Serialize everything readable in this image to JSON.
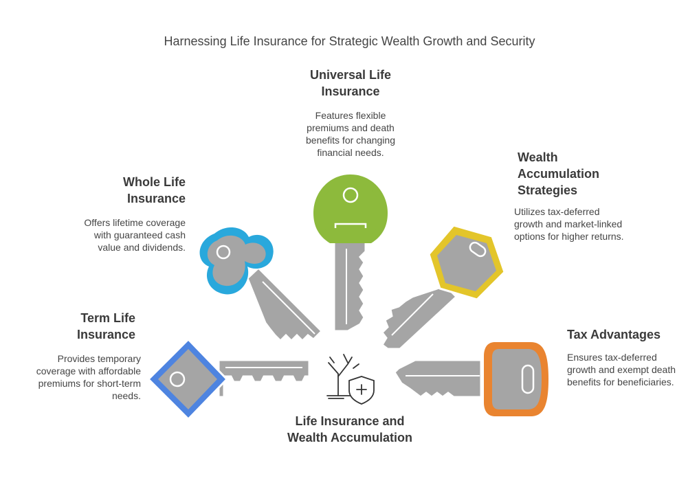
{
  "title": "Harnessing Life Insurance for Strategic Wealth Growth and Security",
  "center": {
    "label": "Life Insurance and Wealth Accumulation",
    "icon": "tree-shield-icon"
  },
  "keys": [
    {
      "id": "term",
      "title": "Term Life Insurance",
      "description": "Provides temporary coverage with affordable premiums for short-term needs.",
      "color": "#4e84e0"
    },
    {
      "id": "whole",
      "title": "Whole Life Insurance",
      "description": "Offers lifetime coverage with guaranteed cash value and dividends.",
      "color": "#29a8dc"
    },
    {
      "id": "universal",
      "title": "Universal Life Insurance",
      "description": "Features flexible premiums and death benefits for changing financial needs.",
      "color": "#8dba3c"
    },
    {
      "id": "wealth",
      "title": "Wealth Accumulation Strategies",
      "description": "Utilizes tax-deferred growth and market-linked options for higher returns.",
      "color": "#e3c52a"
    },
    {
      "id": "tax",
      "title": "Tax Advantages",
      "description": "Ensures tax-deferred growth and exempt death benefits for beneficiaries.",
      "color": "#e98430"
    }
  ],
  "key_metal_color": "#a5a5a5"
}
